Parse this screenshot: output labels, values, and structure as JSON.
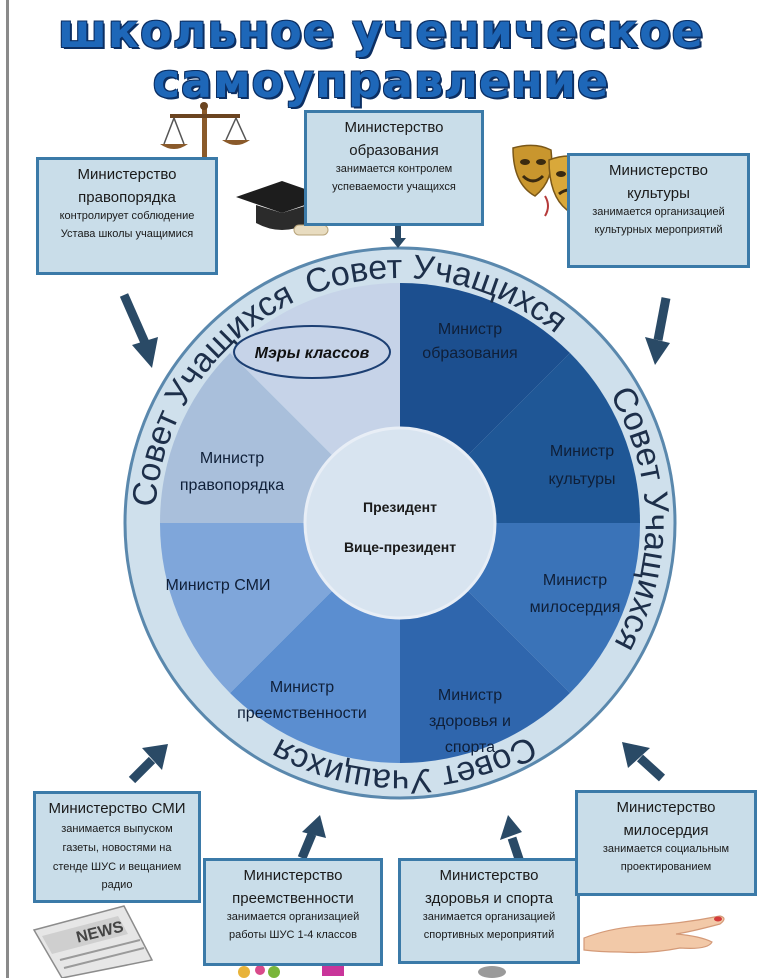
{
  "title": {
    "line1": "школьное ученическое",
    "line2": "самоуправление"
  },
  "ring_label": "Совет Учащихся",
  "center": {
    "line1": "Президент",
    "line2": "Вице-президент"
  },
  "sectors": {
    "mayors": "Мэры классов",
    "education": [
      "Министр",
      "образования"
    ],
    "culture": [
      "Министр",
      "культуры"
    ],
    "mercy": [
      "Министр",
      "милосердия"
    ],
    "health": [
      "Министр",
      "здоровья  и",
      "спорта"
    ],
    "continuity": [
      "Министр",
      "преемственности"
    ],
    "media": "Министр   СМИ",
    "order": [
      "Министр",
      "правопорядка"
    ]
  },
  "boxes": {
    "order": {
      "title": [
        "Министерство",
        "правопорядка"
      ],
      "desc": [
        "контролирует соблюдение",
        "Устава школы учащимися"
      ]
    },
    "education": {
      "title": [
        "Министерство",
        "образования"
      ],
      "desc": [
        "занимается контролем",
        "успеваемости учащихся"
      ]
    },
    "culture": {
      "title": [
        "Министерство",
        "культуры"
      ],
      "desc": [
        "занимается организацией",
        "культурных мероприятий"
      ]
    },
    "media": {
      "title": [
        "Министерство  СМИ"
      ],
      "desc": [
        "занимается выпуском",
        "газеты, новостями на",
        "стенде ШУС и вещанием",
        "радио"
      ]
    },
    "continuity": {
      "title": [
        "Министерство",
        "преемственности"
      ],
      "desc": [
        "занимается организацией",
        "работы ШУС 1-4 классов"
      ]
    },
    "health": {
      "title": [
        "Министерство",
        "здоровья  и спорта"
      ],
      "desc": [
        "занимается организацией",
        "спортивных мероприятий"
      ]
    },
    "mercy": {
      "title": [
        "Министерство",
        "милосердия"
      ],
      "desc": [
        "занимается социальным",
        "проектированием"
      ]
    }
  },
  "decor": {
    "newspaper_word": "NEWS"
  },
  "colors": {
    "title": "#1e67b8",
    "box_fill": "#c9dde9",
    "box_border": "#3b7aa8",
    "ring": "#cfe0ec",
    "arrow": "#2a4a66"
  }
}
